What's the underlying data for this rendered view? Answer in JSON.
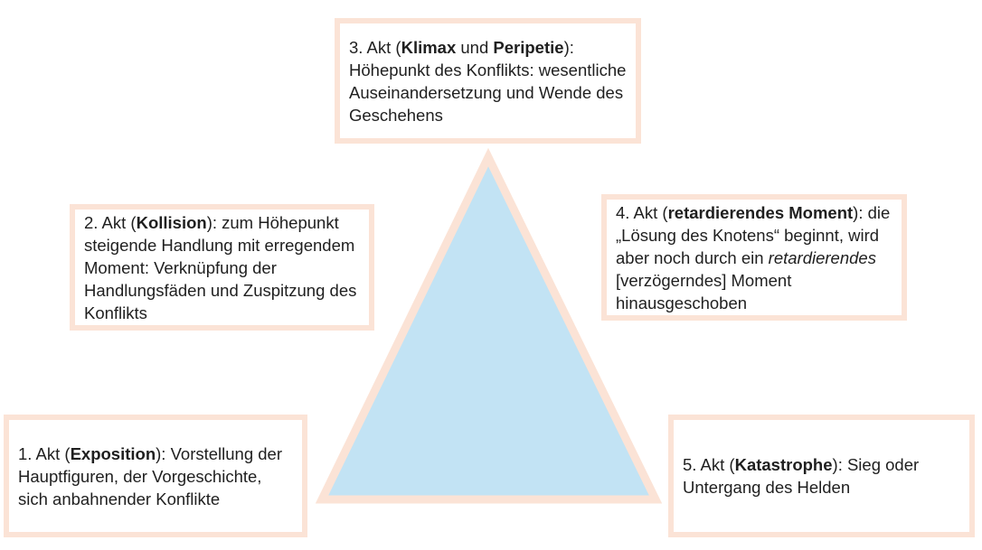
{
  "colors": {
    "triangle_fill": "#c2e3f4",
    "triangle_stroke": "#fbe3d6",
    "box_border": "#fbe3d6",
    "box_background": "#ffffff",
    "text": "#1f1f1f"
  },
  "acts": [
    {
      "id": "act1",
      "prefix": "1. Akt (",
      "term": "Exposition",
      "after_term": "): Vorstellung der Hauptfiguren, der Vorgeschichte, sich anbahnender Konflikte"
    },
    {
      "id": "act2",
      "prefix": "2. Akt (",
      "term": "Kollision",
      "after_term": "): zum Höhepunkt steigende Handlung mit erregendem Moment: Verknüpfung der Handlungsfäden und Zuspitzung des Konflikts"
    },
    {
      "id": "act3",
      "prefix": "3. Akt (",
      "term": "Klimax",
      "connector": " und ",
      "term2": "Peripetie",
      "after_term": "): Höhepunkt des Konflikts: wesentliche Auseinandersetzung und Wende des Geschehens"
    },
    {
      "id": "act4",
      "prefix": "4. Akt (",
      "term": "retardierendes Moment",
      "after_term": "): die „Lösung des Knotens“ beginnt, wird aber noch durch ein ",
      "italic": "retardierendes",
      "tail": " [verzögerndes] Moment hinausgeschoben"
    },
    {
      "id": "act5",
      "prefix": "5. Akt (",
      "term": "Katastrophe",
      "after_term": "): Sieg oder Untergang des Helden"
    }
  ]
}
